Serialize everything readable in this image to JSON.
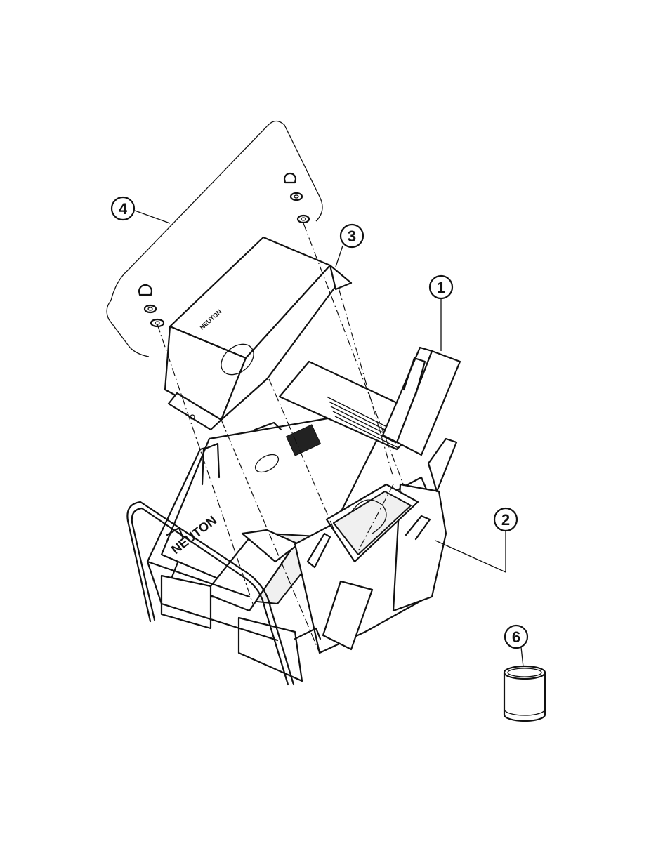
{
  "callouts": [
    {
      "id": "1",
      "label": "1"
    },
    {
      "id": "2",
      "label": "2"
    },
    {
      "id": "3",
      "label": "3"
    },
    {
      "id": "4",
      "label": "4"
    },
    {
      "id": "6",
      "label": "6"
    }
  ],
  "branding": {
    "cover_logo_text": "NEUTON",
    "side_logo_text": "NEUTON"
  },
  "colors": {
    "ink": "#111111",
    "paper": "#ffffff"
  }
}
